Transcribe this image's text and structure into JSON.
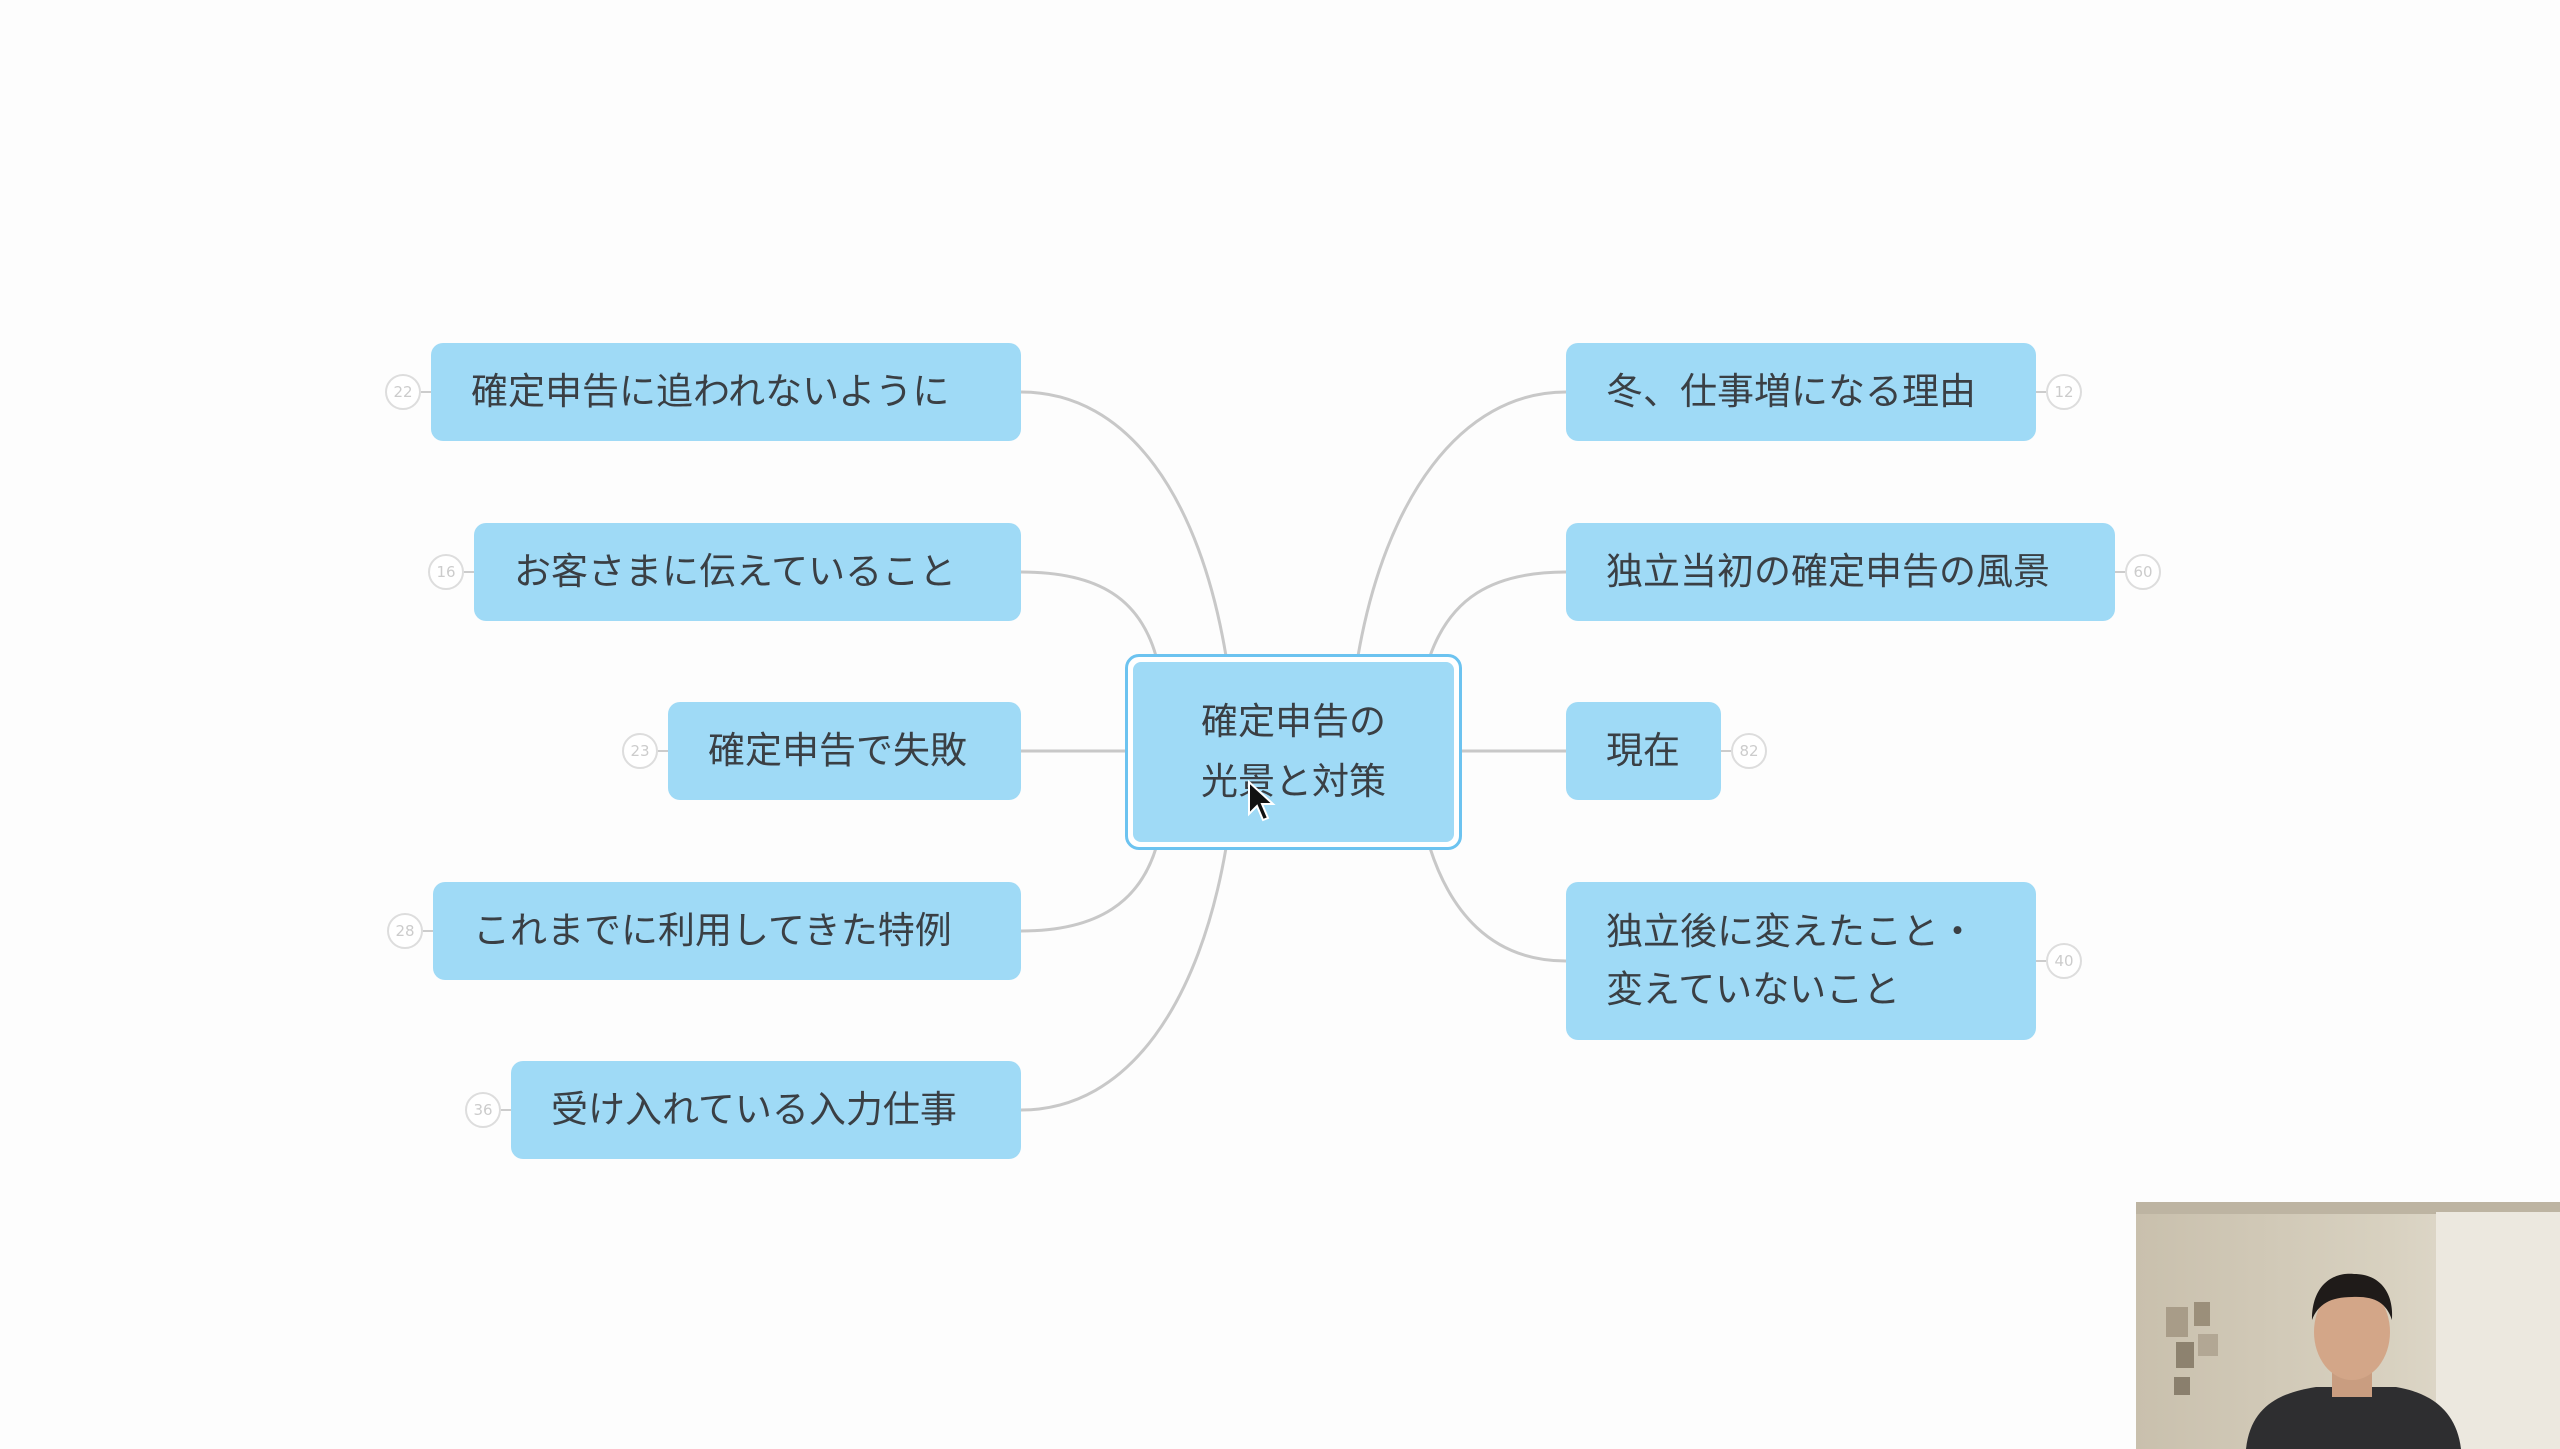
{
  "mindmap": {
    "center": {
      "line1": "確定申告の",
      "line2": "光景と対策"
    },
    "left": [
      {
        "label": "確定申告に追われないように",
        "count": "22"
      },
      {
        "label": "お客さまに伝えていること",
        "count": "16"
      },
      {
        "label": "確定申告で失敗",
        "count": "23"
      },
      {
        "label": "これまでに利用してきた特例",
        "count": "28"
      },
      {
        "label": "受け入れている入力仕事",
        "count": "36"
      }
    ],
    "right": [
      {
        "label": "冬、仕事増になる理由",
        "count": "12"
      },
      {
        "label": "独立当初の確定申告の風景",
        "count": "60"
      },
      {
        "label": "現在",
        "count": "82"
      },
      {
        "label": "独立後に変えたこと・",
        "label2": "変えていないこと",
        "count": "40"
      }
    ]
  },
  "colors": {
    "node": "#9fdaf6",
    "center_border": "#6cc3f0",
    "line": "#c8c8c8"
  }
}
